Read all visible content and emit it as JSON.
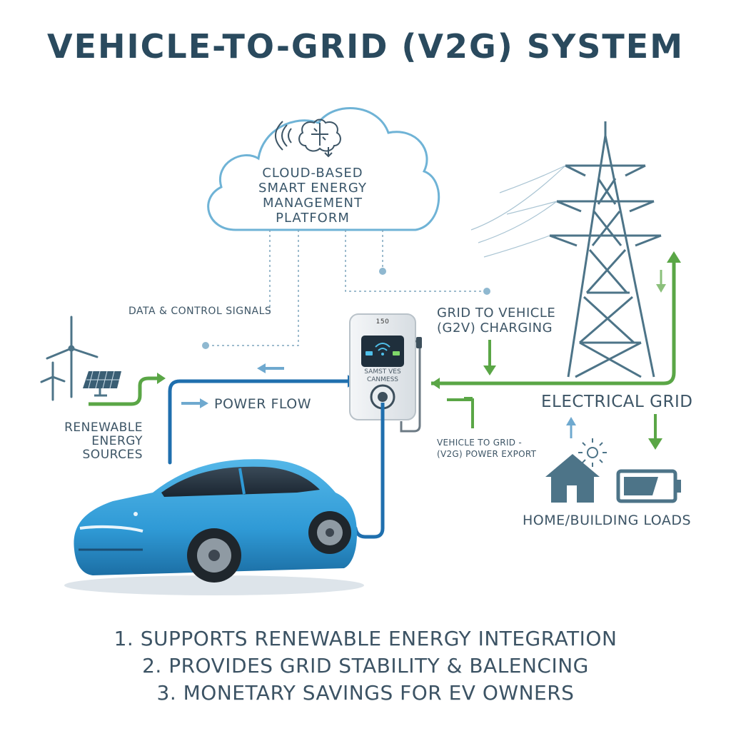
{
  "title": "VEHICLE-TO-GRID (V2G) SYSTEM",
  "cloud": {
    "lines": [
      "CLOUD-BASED",
      "SMART ENERGY",
      "MANAGEMENT",
      "PLATFORM"
    ]
  },
  "labels": {
    "data_signals": "DATA & CONTROL SIGNALS",
    "power_flow": "POWER FLOW",
    "renewable": [
      "RENEWABLE",
      "ENERGY",
      "SOURCES"
    ],
    "g2v": [
      "GRID TO VEHICLE",
      "(G2V) CHARGING"
    ],
    "v2g": [
      "VEHICLE TO GRID -",
      "(V2G) POWER EXPORT"
    ],
    "electrical_grid": "ELECTRICAL GRID",
    "home_loads": "HOME/BUILDING LOADS"
  },
  "charger": {
    "top_text": "150",
    "screen_text": [
      "SAMST VES",
      "CANMESS"
    ]
  },
  "benefits": [
    "1. SUPPORTS RENEWABLE ENERGY INTEGRATION",
    "2. PROVIDES GRID STABILITY & BALENCING",
    "3. MONETARY SAVINGS FOR EV OWNERS"
  ],
  "colors": {
    "title": "#2a4a5e",
    "power_blue": "#1f6fae",
    "grid_green": "#5aa646",
    "cloud_blue": "#6fb3d6",
    "car_blue": "#2f9ad6",
    "tower_gray": "#4d7488"
  },
  "icons": [
    "wind-turbine-icon",
    "solar-panel-icon",
    "brain-icon",
    "wifi-signal-icon",
    "house-icon",
    "sun-icon",
    "battery-icon",
    "power-tower-icon",
    "ev-charger-icon",
    "electric-car-icon"
  ]
}
